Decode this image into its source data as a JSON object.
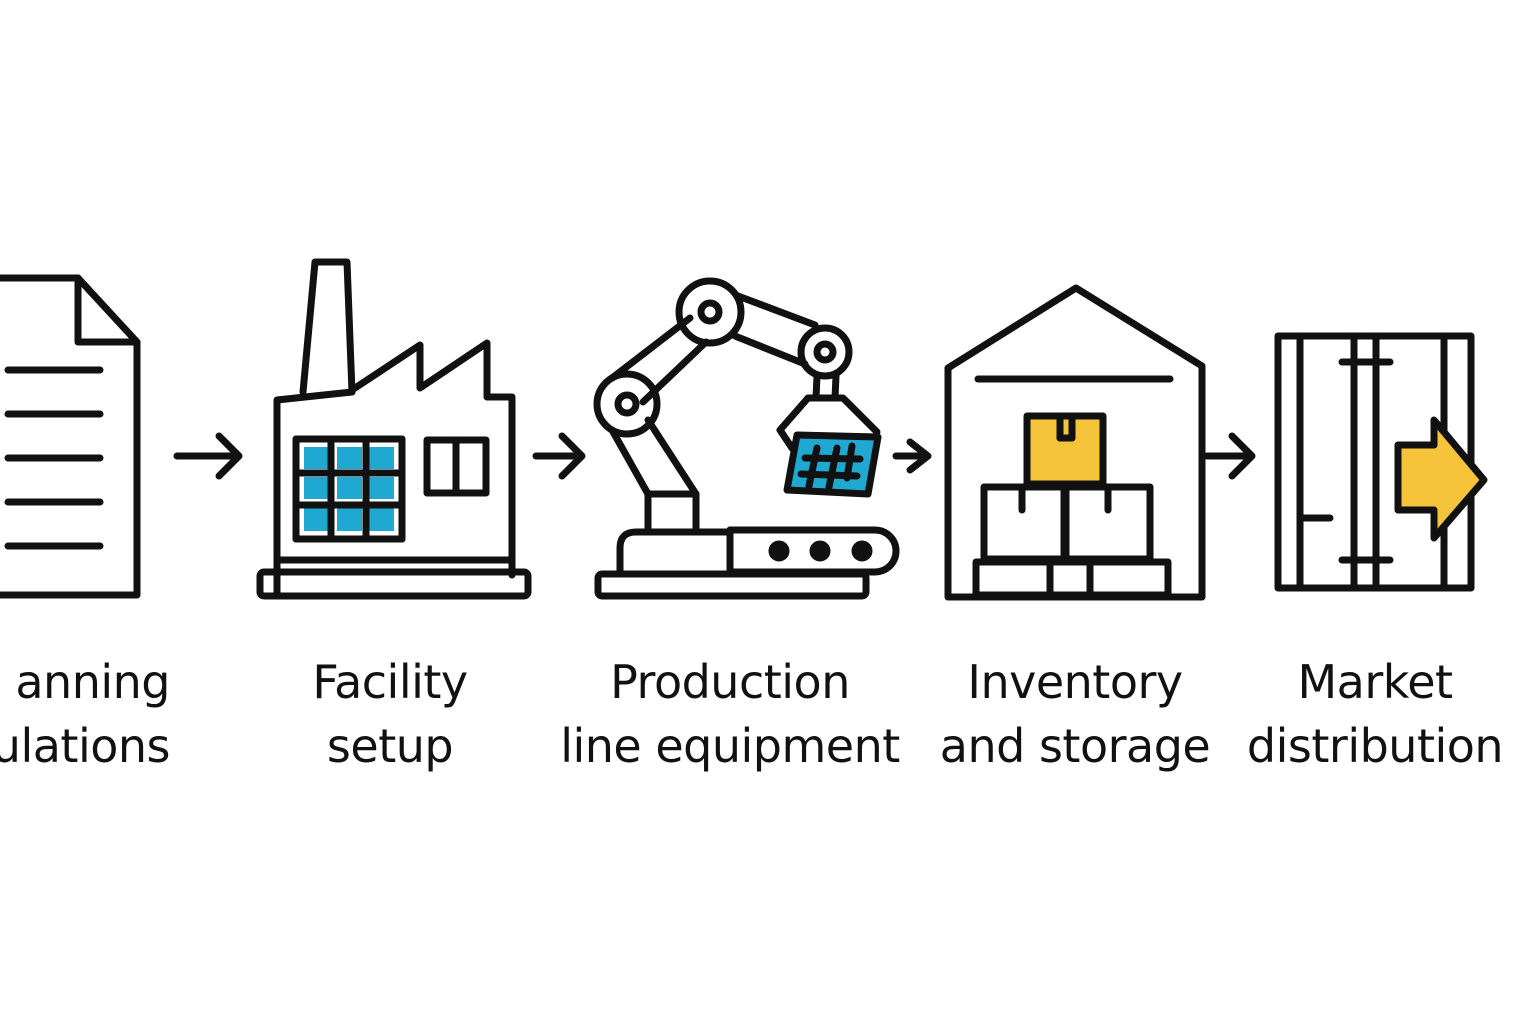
{
  "colors": {
    "stroke": "#111111",
    "blue_accent": "#1fa9d0",
    "yellow_accent": "#f5c43a",
    "background": "#ffffff"
  },
  "steps": [
    {
      "icon": "document-icon",
      "lines": [
        "anning",
        "ulations"
      ]
    },
    {
      "icon": "factory-icon",
      "lines": [
        "Facility",
        "setup"
      ]
    },
    {
      "icon": "robotic-arm-icon",
      "lines": [
        "Production",
        "line equipment"
      ]
    },
    {
      "icon": "warehouse-icon",
      "lines": [
        "Inventory",
        "and storage"
      ]
    },
    {
      "icon": "shipping-container-icon",
      "lines": [
        "Market",
        "distribution"
      ]
    }
  ]
}
